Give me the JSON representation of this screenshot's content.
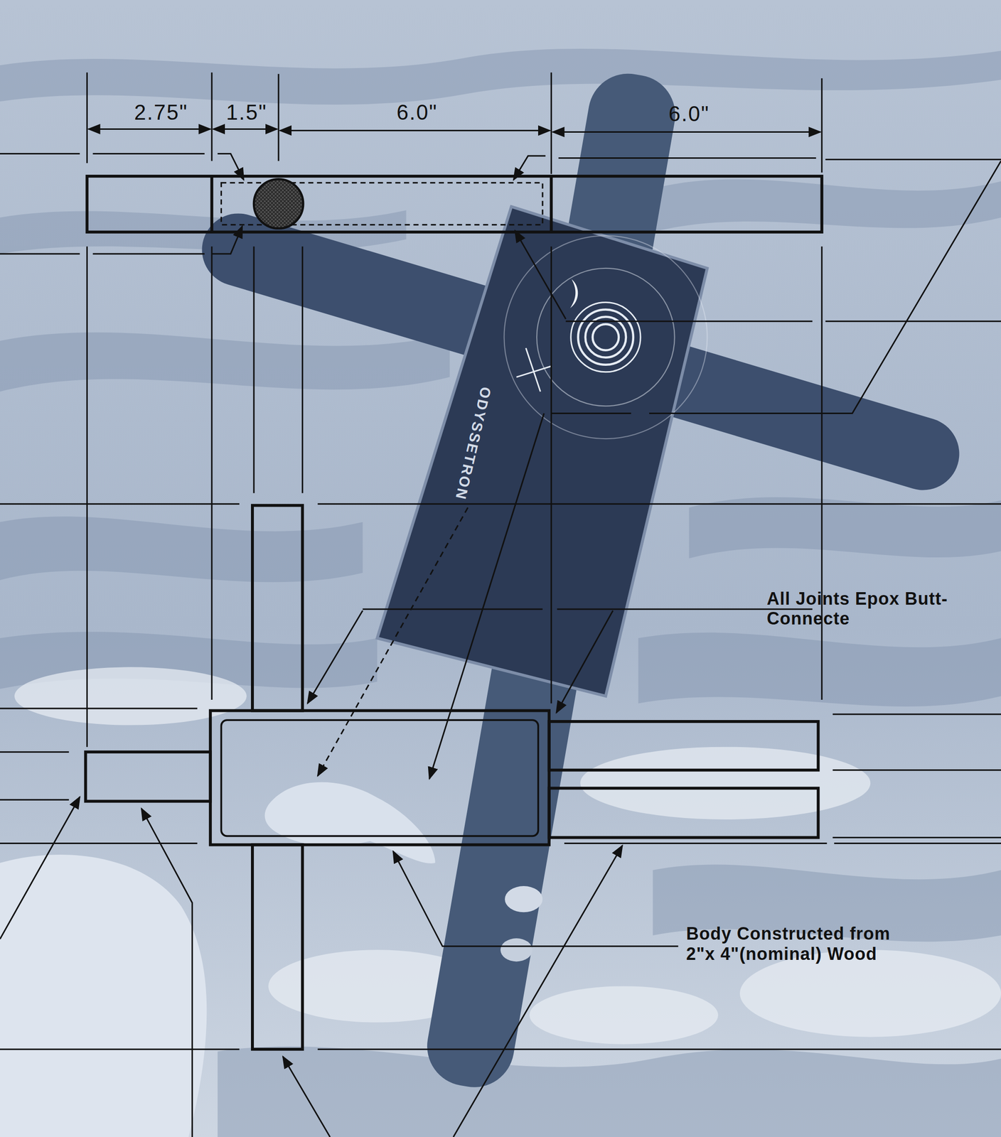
{
  "diagram": {
    "labels": [
      "2.75\"",
      "1.5\"",
      "6.0\"",
      "6.0\"",
      "All Joints Epox Butt-Connecte",
      "Body Constructed from 2\"x 4\"(nominal) Wood",
      "ODYSSETRON"
    ]
  }
}
